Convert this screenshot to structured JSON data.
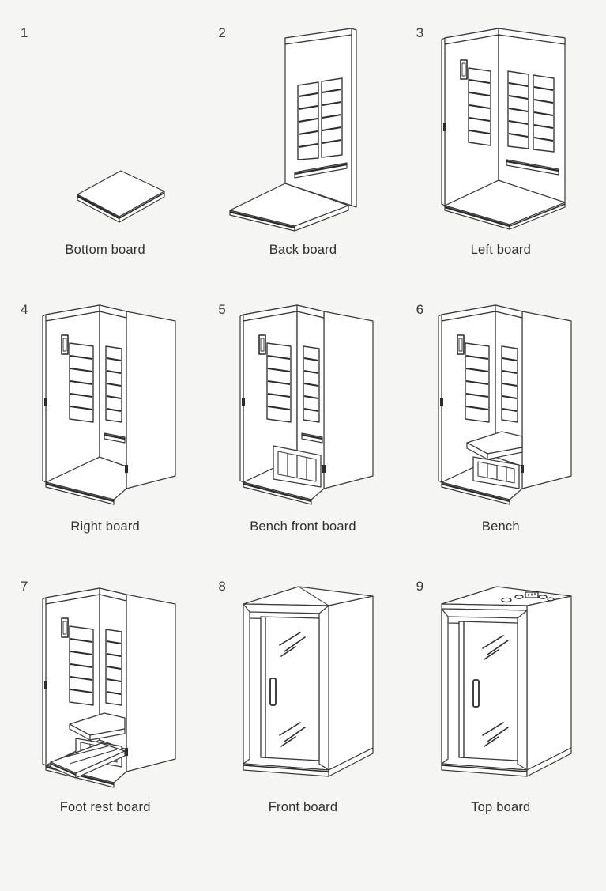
{
  "sheet": {
    "background_color": "#f5f5f4",
    "line_color": "#3a3a3a",
    "fill_color": "#ffffff",
    "text_color": "#2f2f2f",
    "columns": 3,
    "rows": 3
  },
  "steps": [
    {
      "number": "1",
      "label": "Bottom board"
    },
    {
      "number": "2",
      "label": "Back board"
    },
    {
      "number": "3",
      "label": "Left board"
    },
    {
      "number": "4",
      "label": "Right board"
    },
    {
      "number": "5",
      "label": "Bench front board"
    },
    {
      "number": "6",
      "label": "Bench"
    },
    {
      "number": "7",
      "label": "Foot rest board"
    },
    {
      "number": "8",
      "label": "Front board"
    },
    {
      "number": "9",
      "label": "Top board"
    }
  ],
  "part_details": {
    "heater_panels": 2,
    "heater_slats_per_panel": 6,
    "bench_front_slats": 4,
    "footrest_slats": 3,
    "glass_shine_strokes": 3,
    "control_panel": "wall-control-panel",
    "door_handle": "vertical-bar-handle",
    "top_fixtures": "speaker-and-light-fittings"
  }
}
